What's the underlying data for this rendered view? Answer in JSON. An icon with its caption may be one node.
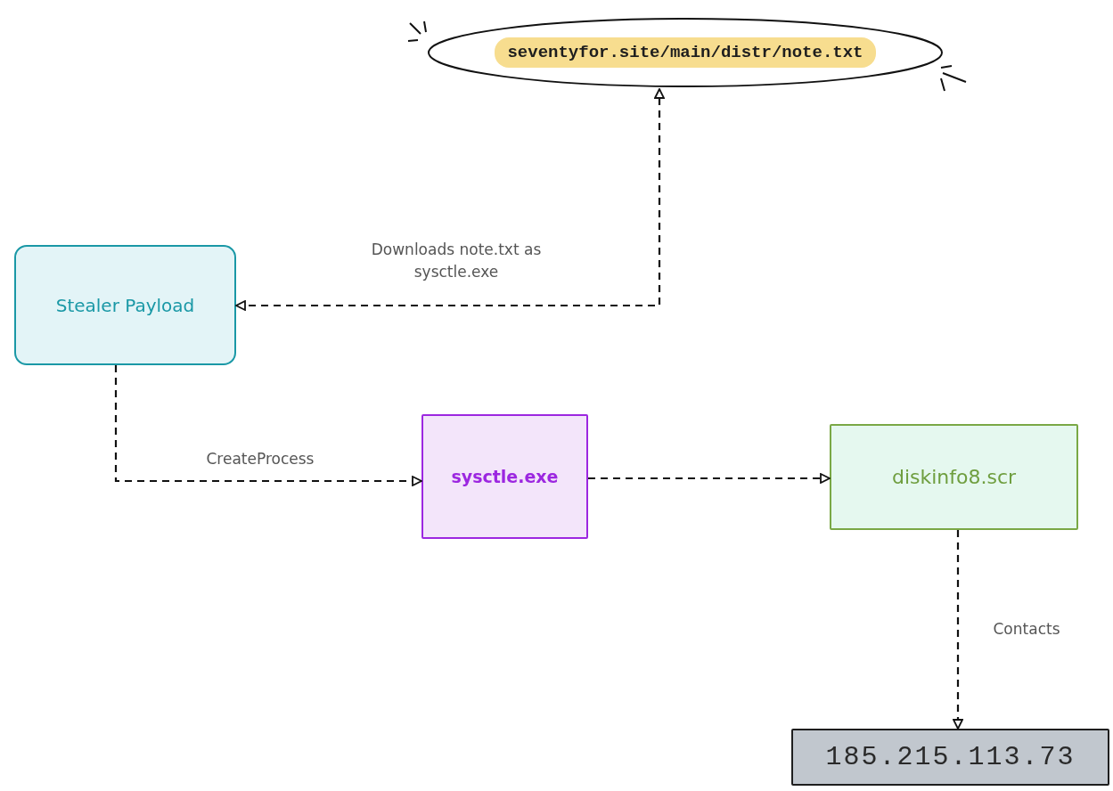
{
  "diagram": {
    "nodes": [
      {
        "text": [
          "seventyfor.site/main/distr/note.txt"
        ]
      },
      {
        "text": [
          "Stealer Payload"
        ]
      },
      {
        "text": [
          "sysctle.exe"
        ]
      },
      {
        "text": [
          "diskinfo8.scr"
        ]
      },
      {
        "text": [
          "185.215.113.73"
        ]
      }
    ],
    "edges": [
      {
        "from": 1,
        "to": 0,
        "arrow": "both",
        "label": "Downloads note.txt as sysctle.exe",
        "style": "dashed"
      },
      {
        "from": 1,
        "to": 2,
        "arrow": "to",
        "label": "CreateProcess",
        "style": "dashed"
      },
      {
        "from": 2,
        "to": 3,
        "arrow": "to",
        "style": "dashed"
      },
      {
        "from": 3,
        "to": 4,
        "arrow": "to",
        "label": "Contacts",
        "style": "dashed"
      }
    ]
  }
}
